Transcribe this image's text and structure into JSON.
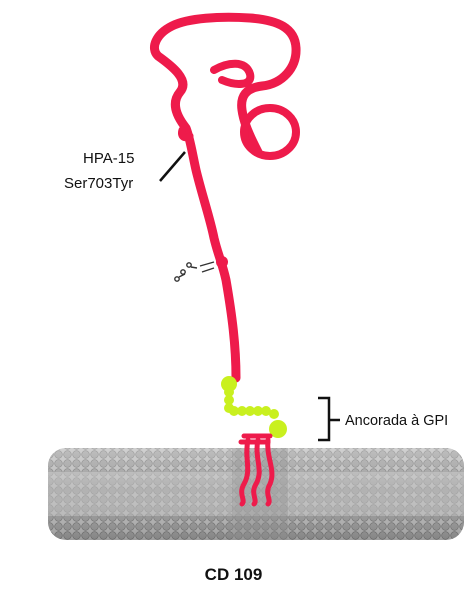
{
  "labels": {
    "polymorphism_name": "HPA-15",
    "polymorphism_variant": "Ser703Tyr",
    "anchor": "Ancorada à GPI",
    "protein": "CD 109"
  },
  "colors": {
    "protein_chain": "#ee1b4b",
    "gpi_anchor": "#c9f01f",
    "membrane": "#a9a9a9",
    "leader_lines": "#111111"
  },
  "icons": {
    "glycan": "glycan-icon"
  }
}
